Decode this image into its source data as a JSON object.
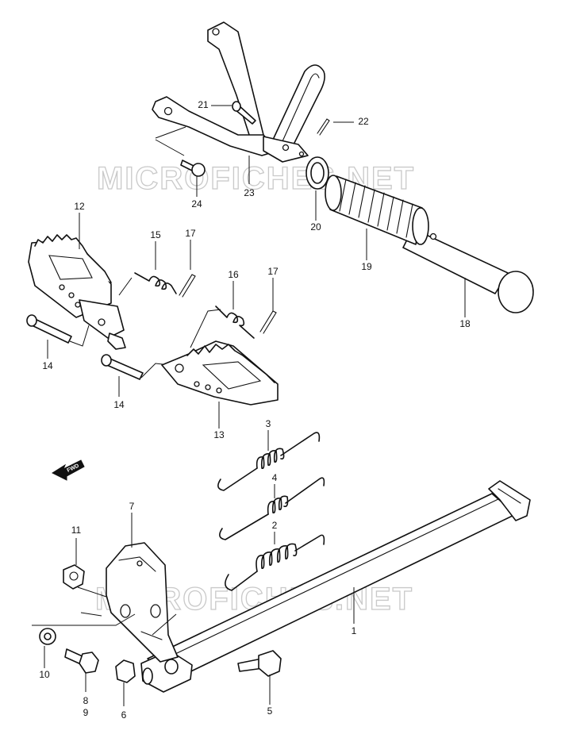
{
  "watermark": {
    "text": "MICROFICHES.NET"
  },
  "fwd_label": "FWD",
  "callouts": {
    "c1": "1",
    "c2": "2",
    "c3": "3",
    "c4": "4",
    "c5": "5",
    "c6": "6",
    "c7": "7",
    "c8": "8",
    "c9": "9",
    "c10": "10",
    "c11": "11",
    "c12": "12",
    "c13": "13",
    "c14a": "14",
    "c14b": "14",
    "c16": "16",
    "c15": "15",
    "c17a": "17",
    "c17b": "17",
    "c18": "18",
    "c19": "19",
    "c20": "20",
    "c21": "21",
    "c22": "22",
    "c23": "23",
    "c24": "24"
  }
}
